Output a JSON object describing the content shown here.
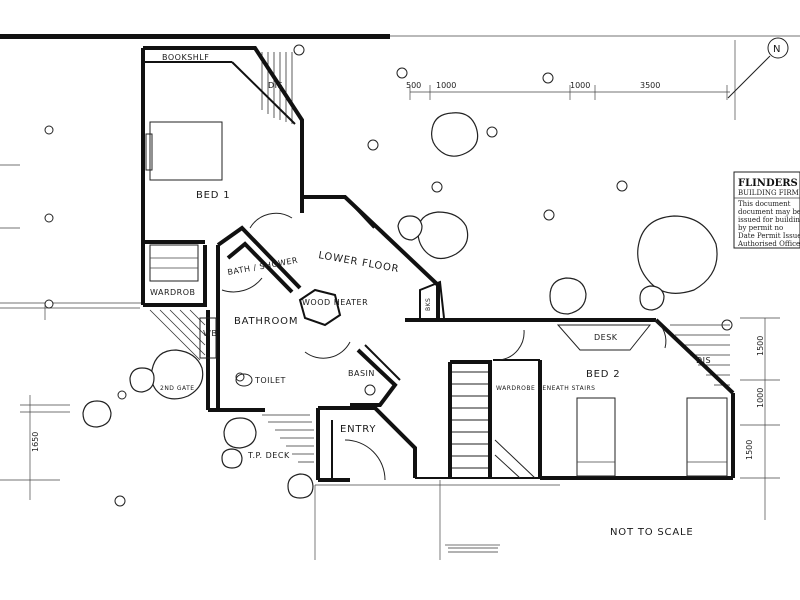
{
  "rooms": {
    "bed1": "BED 1",
    "bookshelf": "BOOKSHLF",
    "dis_top": "DIS",
    "wardrobe1": "WARDROB",
    "bath_shower": "BATH / SHOWER",
    "lower_floor": "LOWER FLOOR",
    "wood_heater": "WOOD HEATER",
    "bathroom": "BATHROOM",
    "wb": "WB",
    "toilet": "TOILET",
    "basin": "BASIN",
    "entry": "ENTRY",
    "tp_deck": "T.P. DECK",
    "desk": "DESK",
    "bed2": "BED 2",
    "dis_right": "DIS",
    "wardrobe_beneath_stairs": "WARDROBE BENEATH STAIRS",
    "bks": "BKS",
    "second_gate": "2ND GATE"
  },
  "dimensions": {
    "top": [
      "500",
      "1000",
      "1000",
      "3500"
    ],
    "right": [
      "1500",
      "1000",
      "1500"
    ],
    "left": "1650"
  },
  "north_arrow": "N",
  "stamp": {
    "title": "FLINDERS",
    "lines": [
      "BUILDING FIRM",
      "This document",
      "document may be",
      "issued for building",
      "by permit no",
      "Date Permit Issued",
      "Authorised Office"
    ]
  },
  "note": "NOT TO SCALE"
}
